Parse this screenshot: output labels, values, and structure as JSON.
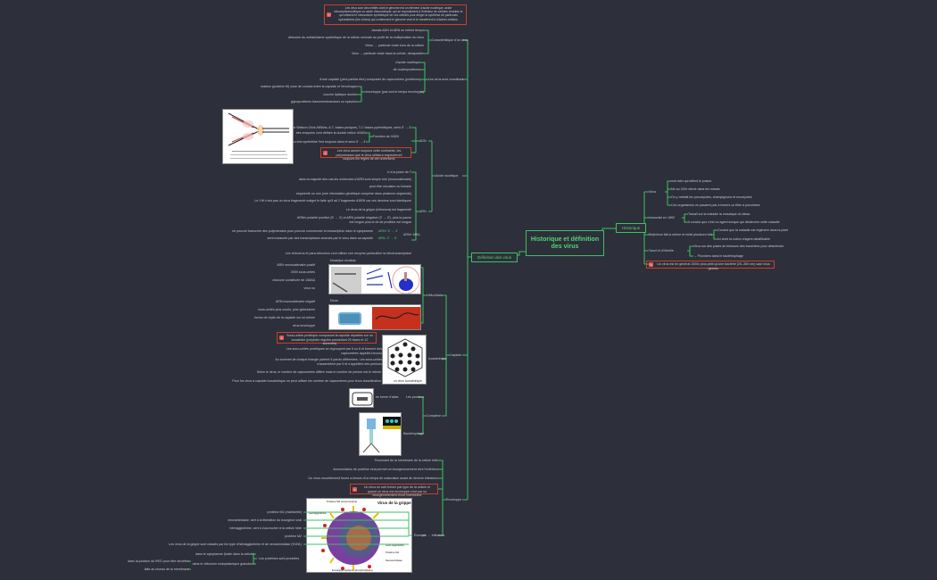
{
  "root": {
    "title": "Historique et définition des virus"
  },
  "historique": {
    "label": "Historique",
    "items": [
      {
        "label": "Virus",
        "children": [
          "mot latin qui définit le poison",
          "Né au XIXe siècle dans les marais",
          "On y mettait les procaryotes, champignons et eucaryotes",
          "Ces organismes ne passent pas à travers un filtre à porcelaine"
        ]
      },
      {
        "label": "Ivanovski en 1892",
        "children": [
          "Travail sur la maladie la mosaïque du tabac",
          "Il conclut que c'est un agent toxique qui déclenche cette maladie"
        ]
      },
      {
        "label": "Beijerinck fait la même et refait plusieurs fois",
        "children": [
          "Conclut que la maladie est régénéré dans la plant",
          "Ici vient la notion d'agent ultrafiltrable"
        ]
      },
      {
        "label": "Twort et d'Hérelle",
        "children": [
          "Virus sur des plaies de blessure des tranchées pour désinfecter",
          "→ Pionniers dans le bactériophage"
        ]
      }
    ],
    "warning": "Un virus est en général 1000x plus petit qu'une bactérie (20–300 nm) sauf virus géants."
  },
  "definition": {
    "label": "Définition des virus",
    "top_note": "Les virus sont des entités dont le génome est un élément d'acide nucléique, acide désoxyribonucléique ou acide ribonucléique, qui se reproduisent à l'intérieur de cellules vivantes et qui utilisent le mécanisme synthétique de ces cellules pour diriger la synthèse de particules spécialisées (les virions) qui contiennent le génome viral et le transfèrent à d'autres cellules.",
    "caracteristiques": {
      "label": "Caractéristique d'un virus",
      "children": [
        "Jamais ADN et ARN en même temps",
        "détourne du métabolisme synthétique de la cellule normale au profit de la multiplication du virus",
        "Virion → particule virale hors de la cellule",
        "Virus → particule virale dans la cellule, décapsidée"
      ]
    },
    "constitues": {
      "label": "Les virus sont constitués",
      "children": [
        "d'acide nucléique",
        "de nucléoprotéines",
        "d'une capside (peut parfois être) composée de capsomères (protéines)"
      ],
      "envelope": {
        "label": "enveloppe (pas tout le temps enveloppé)",
        "children": [
          "matrice (protéine M) zone de contact entre la capside et l'enveloppe",
          "couche lipidique double",
          "glycoprotéines transmembranaires ou spicules"
        ]
      }
    },
    "acides": {
      "label": "Acide nucléique",
      "adn": {
        "label": "ADN",
        "children": [
          "Découvert par Watson-Crick-Wilkins, A-T, bases puriques, T-C bases pyrimidiques, sens 5' → 3'"
        ],
        "fonction": {
          "label": "Fonction de l'ADN",
          "children": [
            "des enzymes vont défaire la double hélice d'ADN",
            "le nouveau brin synthétisé l'est toujours dans le sens 5' → 3'"
          ]
        },
        "warning": "Les virus auront toujours cette contrainte, les polymérases que le virus utilisera respecteront toujours les règles de cet ordre/sens",
        "image_caption": "Schéma de réplication de l'ADN"
      },
      "arn": {
        "label": "ARN",
        "children": [
          "U à la place de T",
          "dans la majorité des cas les molécules d'ARN sont simple brin (monocaténaire)",
          "peut être circulaire ou linéaire",
          "segmenté ou non (une information génétique comprise dans plusieurs segments)",
          "Le VIH n'est pas un virus fragmenté malgré le faite qu'il ait 2 fragments d'ARN car ces derniers sont identiques",
          "Le virus de la grippe (influenza) est fragmenté",
          "ARNm polarité positive (5' → 3') et ARN polarité négative (3' → 5'), plus la pause est longue plus le nb de protéine est longue"
        ],
        "arn_sens": {
          "label": "ARN+ ARN-",
          "children": [
            {
              "text": "ne pouvoir transcrire des polymérases pour pouvoir commencer la transcription dans le cytoplasme",
              "tag": "ARN+ 5' → 3'"
            },
            {
              "text": "sera transcrite par des transcriptases amenés par le virus dans sa capside",
              "tag": "ARN- 3' → 5'"
            }
          ]
        },
        "rna_note": "Les rétrovirus et para-rétrovirus vont utiliser une enzyme particulière la rétrotranscriptase"
      }
    },
    "capside": {
      "label": "Capside",
      "helicoidale": {
        "label": "Hélicoïdale",
        "tabac": {
          "caption": "Mosaïque du tabac",
          "children": [
            "ARN monocaténaire positif",
            "2000 sous unités",
            "chacune constituée de 158AA",
            "virus nu"
          ]
        },
        "ebola": {
          "caption": "Ebola",
          "children": [
            "ARN monocaténaire négatif",
            "sous-unités plus courts, plus globulaires",
            "forme de replis de la capside sur lui-même",
            "virus enveloppé"
          ]
        }
      },
      "icosaedrique": {
        "label": "Icosaédrique",
        "warning": "Sous-unités protéique composant la capside réparties sur un icosaèdre (polyèdre régulier possédant 20 faces et 12 sommets)",
        "children": [
          "Les sous-unités protéiques se regroupent par 5 ou 6 et forment des capsomères appelés hexons",
          "Au sommet de chaque triangle partent 5 parois différentes. Les sous-unités s'assemblent par 5 et s'appellent des pentons",
          "Selon le virus, le nombre de capsomères diffère mais le nombre de penton est le même.",
          "Pour les virus à capside icosaédrique on peut utiliser les nombre de capsomères pour leurs classification."
        ],
        "image_caption": "un virus icosaédrique"
      },
      "complexe": {
        "label": "Complexe",
        "poxvirus": {
          "label": "Les poxvirus",
          "child": "en forme d'atlas"
        },
        "bacteriophage": {
          "label": "Bactériophage"
        }
      }
    },
    "enveloppe": {
      "label": "Enveloppe",
      "children": [
        "Provenant de la membrane de la cellule hôte",
        "Accumulation de protéine viral permet un bourgeonnement vers l'extérieur",
        "Un virus nouvellement formé a besoin d'un temps de maturation avant de devenir infectieux"
      ],
      "warning": "Un virus ne sait former par type de la cellule et quand un virus est enveloppé c'est par un bourgeonnement d'une membrane",
      "exemple": {
        "label": "Exemple → Influenza",
        "image_title": "Virus de la grippe",
        "image_labels": [
          "Protéine M2 (canal ionique)",
          "Hémagglutinine",
          "ARN (segments)",
          "Protéine M1",
          "Neuraminidase",
          "Enveloppe lipidique (phospholipides)"
        ],
        "children": [
          "protéine M1 (matricielle)",
          "neuraminidase, sert à la libération du bourgeon viral",
          "hémagglutinine, sert à s'accrocher à la cellule hôte",
          "protéine M2",
          "Les virus de la grippe sont classés par les type d'hémagglutinine et de neuraminidase (H1N1)"
        ],
        "proteines": {
          "label": "Les protéines sont produites",
          "children": [
            "dans le cytoplasme (traite dans la cellule)",
            "dans le réticulum endoplasmique granuleux"
          ]
        },
        "extra": [
          "dans la jonction du REG pour être sécrétée",
          "faite au niveau de la membrane"
        ]
      }
    }
  },
  "colors": {
    "background": "#2d2f3a",
    "branch": "#3fbf63",
    "node_text": "#4fd674",
    "warning_border": "#c8412b",
    "text": "#c4c6cf"
  }
}
